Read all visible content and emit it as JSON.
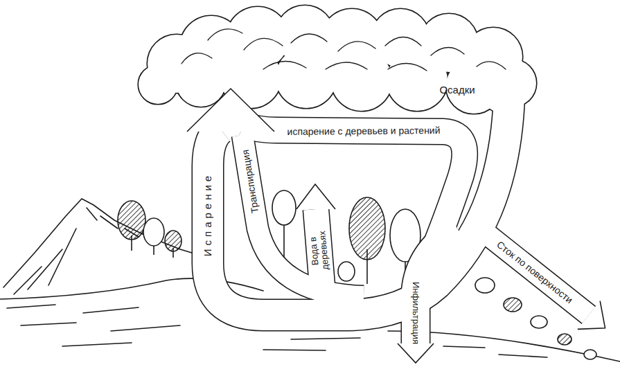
{
  "diagram": {
    "labels": [
      "Осадки",
      "испарение с деревьев и растений",
      "Испарение",
      "Транспирация",
      "Вода в деревьях",
      "Инфильтрация",
      "Сток по поверхности"
    ]
  }
}
